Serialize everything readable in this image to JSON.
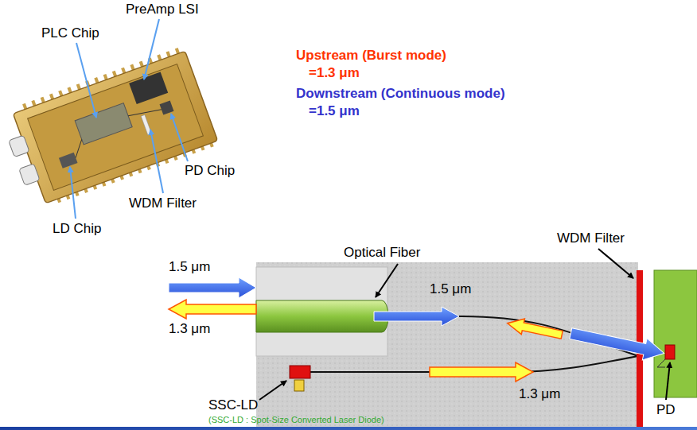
{
  "diagram": {
    "labels": [
      "PreAmp LSI",
      "PLC Chip",
      "Upstream (Burst mode)",
      "=1.3 μm",
      "Downstream (Continuous mode)",
      "=1.5 μm",
      "PD Chip",
      "WDM Filter",
      "LD Chip",
      "WDM Filter",
      "Optical Fiber",
      "1.5 μm",
      "1.5 μm",
      "1.3 μm",
      "1.3 μm",
      "SSC-LD",
      "(SSC-LD : Spot-Size Converted Laser Diode)",
      "PD"
    ]
  }
}
